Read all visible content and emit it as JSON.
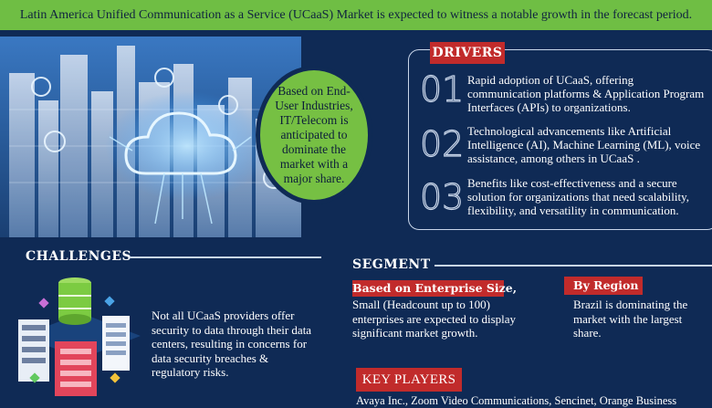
{
  "banner": {
    "text": "Latin America Unified Communication as a Service (UCaaS) Market is expected to witness a notable growth in the forecast period."
  },
  "highlight": {
    "text": "Based on End-User Industries, IT/Telecom is anticipated to dominate the market with a major share."
  },
  "drivers": {
    "title": "DRIVERS",
    "items": [
      {
        "number": "01",
        "text": "Rapid adoption of UCaaS, offering communication platforms & Application Program Interfaces (APIs) to organizations."
      },
      {
        "number": "02",
        "text": "Technological advancements like Artificial Intelligence (AI), Machine Learning (ML), voice assistance, among others in UCaaS ."
      },
      {
        "number": "03",
        "text": "Benefits like cost-effectiveness and a secure solution for organizations that need scalability, flexibility, and versatility in communication."
      }
    ]
  },
  "challenges": {
    "title": "CHALLENGES",
    "text": "Not all UCaaS providers offer security to data through their data centers, resulting in concerns for data security breaches & regulatory risks."
  },
  "segment": {
    "title": "SEGMENT",
    "enterprise_heading": "Based on Enterprise Size,",
    "enterprise_text": "Small (Headcount up to 100) enterprises are expected to display significant market growth.",
    "region_heading": "By Region",
    "region_text": "Brazil is dominating the market with the largest share."
  },
  "key_players": {
    "title": "KEY PLAYERS",
    "text": "Avaya Inc., Zoom Video Communications, Sencinet, Orange Business"
  },
  "colors": {
    "background": "#0f2a55",
    "accent_red": "#c12b2b",
    "accent_green": "#6fbe44"
  }
}
